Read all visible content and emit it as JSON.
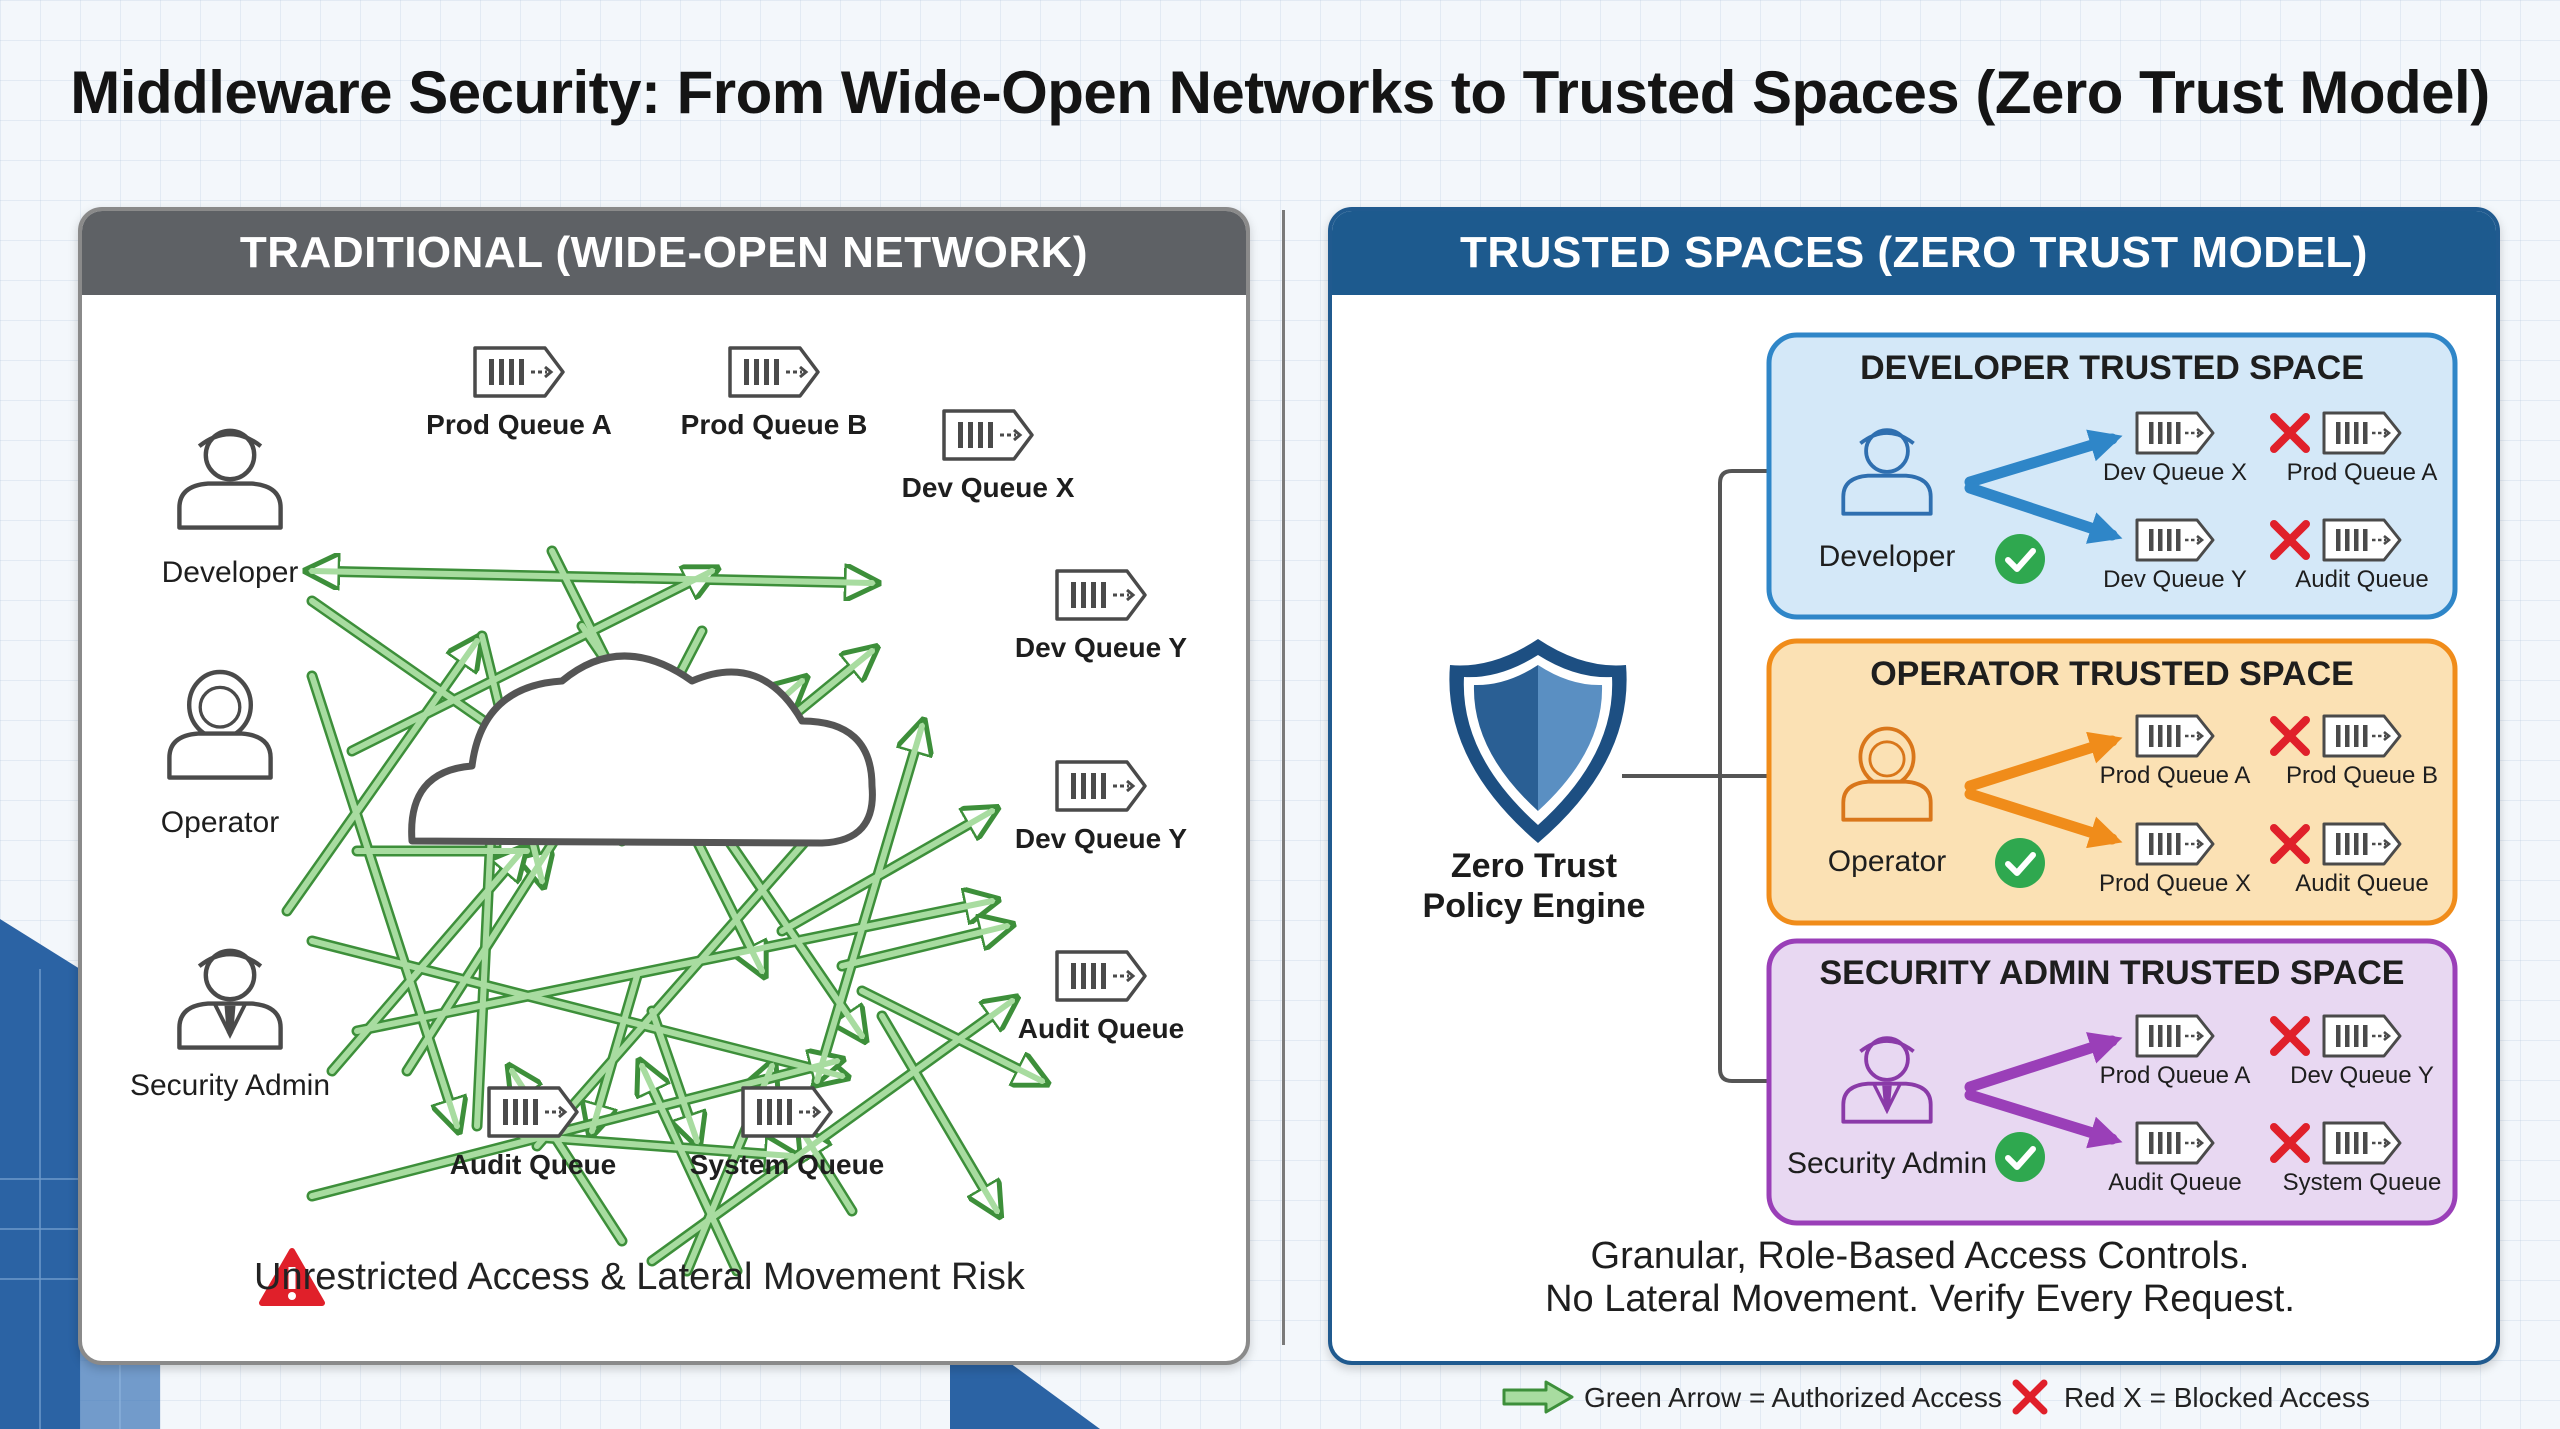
{
  "title": "Middleware Security: From Wide-Open Networks to Trusted Spaces (Zero Trust Model)",
  "left_panel": {
    "header": "TRADITIONAL (WIDE-OPEN NETWORK)",
    "users": {
      "developer": "Developer",
      "operator": "Operator",
      "security_admin": "Security Admin"
    },
    "queues": {
      "prod_a": "Prod Queue A",
      "prod_b": "Prod Queue B",
      "dev_x": "Dev Queue X",
      "dev_y1": "Dev Queue Y",
      "dev_y2": "Dev Queue Y",
      "audit_right": "Audit Queue",
      "system": "System Queue",
      "audit_bottom": "Audit Queue"
    },
    "warning": "Unrestricted Access & Lateral Movement Risk"
  },
  "right_panel": {
    "header": "TRUSTED SPACES (ZERO TRUST MODEL)",
    "engine": {
      "line1": "Zero Trust",
      "line2": "Policy Engine"
    },
    "spaces": {
      "developer": {
        "title": "DEVELOPER TRUSTED SPACE",
        "role": "Developer",
        "allowed": [
          "Dev Queue X",
          "Dev Queue Y"
        ],
        "blocked": [
          "Prod Queue A",
          "Audit Queue"
        ]
      },
      "operator": {
        "title": "OPERATOR TRUSTED SPACE",
        "role": "Operator",
        "allowed": [
          "Prod Queue A",
          "Prod Queue X"
        ],
        "blocked": [
          "Prod Queue B",
          "Audit Queue"
        ]
      },
      "security": {
        "title": "SECURITY ADMIN TRUSTED SPACE",
        "role": "Security Admin",
        "allowed": [
          "Prod Queue A",
          "Audit Queue"
        ],
        "blocked": [
          "Dev Queue Y",
          "System Queue"
        ]
      }
    },
    "footer": {
      "line1": "Granular, Role-Based Access Controls.",
      "line2": "No Lateral Movement. Verify Every Request."
    }
  },
  "legend": {
    "green": "Green Arrow = Authorized Access",
    "red": "Red X = Blocked Access"
  },
  "colors": {
    "authorized_arrow": "#a8dca0",
    "blocked_x": "#e0202a",
    "developer_space": "#d4e8f8",
    "operator_space": "#fbe1b4",
    "security_space": "#e8d8f2",
    "shield": "#2a5f94",
    "check": "#2fa84f"
  }
}
